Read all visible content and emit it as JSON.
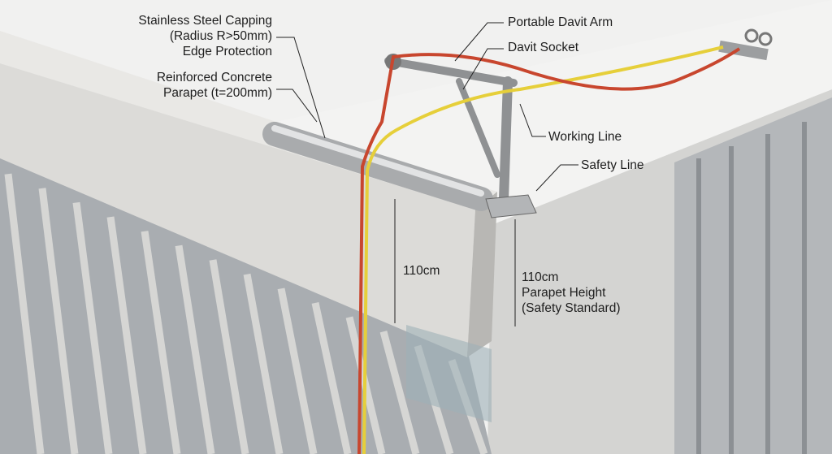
{
  "labels": {
    "capping": [
      "Stainless Steel Capping",
      "(Radius R>50mm)",
      "Edge Protection"
    ],
    "parapet": [
      "Reinforced Concrete",
      "Parapet (t=200mm)"
    ],
    "davit_arm": "Portable Davit Arm",
    "davit_socket": "Davit Socket",
    "working_line": "Working Line",
    "safety_line": "Safety Line",
    "height_dim": "110cm",
    "height_note": [
      "110cm",
      "Parapet Height",
      "(Safety Standard)"
    ]
  },
  "colors": {
    "roof": "#f1f1f0",
    "concrete": "#dcdbd8",
    "facade": "#b9bcbf",
    "glass": "#9fb0b8",
    "safety_line": "#c8462e",
    "working_line": "#e6cf3a",
    "steel": "#a9abad"
  }
}
